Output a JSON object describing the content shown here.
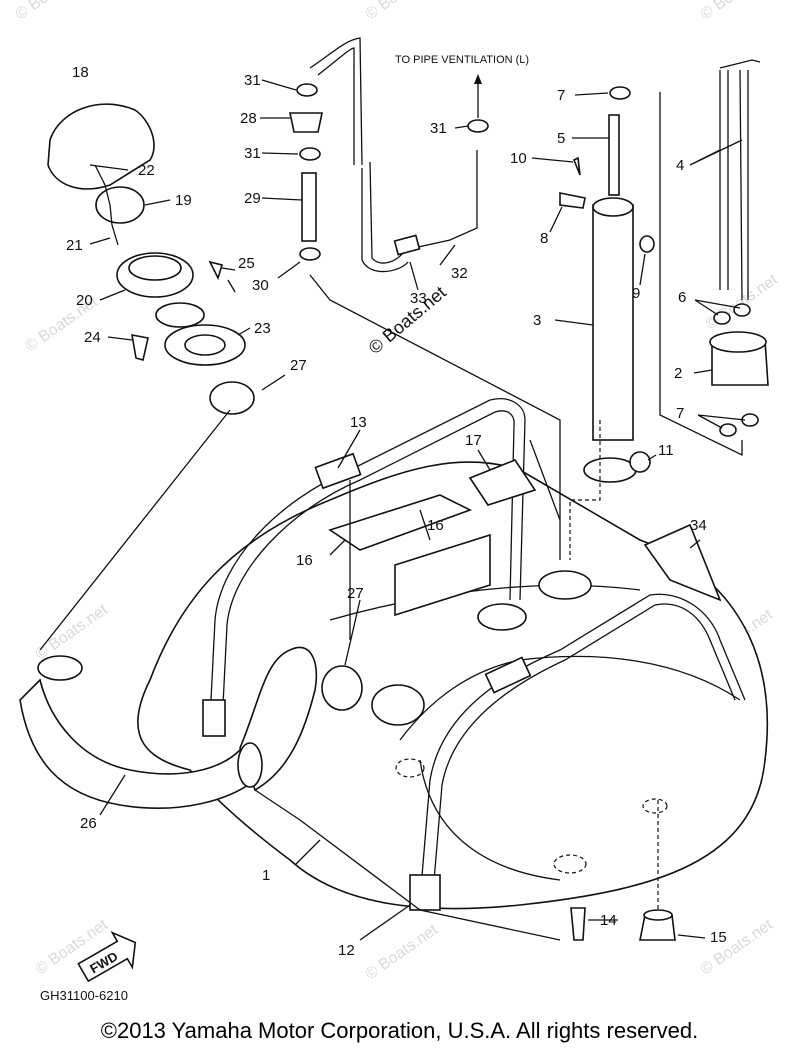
{
  "diagram": {
    "top_note": "TO PIPE VENTILATION (L)",
    "center_watermark": "© Boats.net",
    "watermark": "© Boats.net",
    "fwd_badge": "FWD",
    "drawing_code": "GH31100-6210",
    "callouts": [
      "1",
      "2",
      "3",
      "4",
      "5",
      "6",
      "7",
      "7",
      "8",
      "9",
      "10",
      "11",
      "12",
      "13",
      "14",
      "15",
      "16",
      "16",
      "17",
      "18",
      "19",
      "20",
      "21",
      "22",
      "23",
      "24",
      "25",
      "26",
      "27",
      "27",
      "28",
      "29",
      "30",
      "31",
      "31",
      "31",
      "32",
      "33",
      "34"
    ]
  },
  "footer": {
    "copyright": "©2013 Yamaha Motor Corporation, U.S.A. All rights reserved."
  }
}
